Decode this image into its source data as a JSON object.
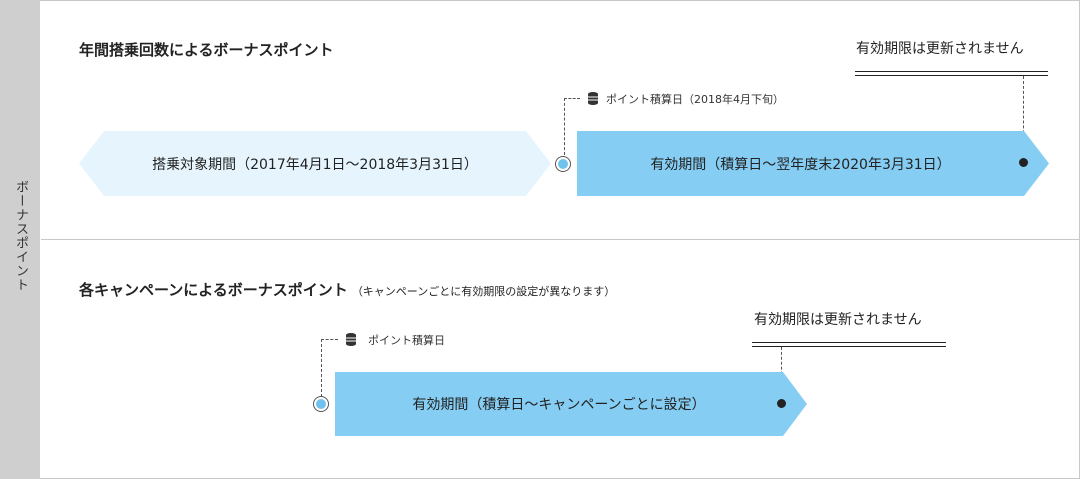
{
  "sidebar": {
    "label": "ボーナスポイント"
  },
  "section1": {
    "title": "年間搭乗回数によるボーナスポイント",
    "no_update_label": "有効期限は更新されません",
    "accrual_label": "ポイント積算日（2018年4月下旬）",
    "boarding_period": "搭乗対象期間（2017年4月1日〜2018年3月31日）",
    "validity_period": "有効期間（積算日〜翌年度末2020年3月31日）"
  },
  "section2": {
    "title": "各キャンペーンによるボーナスポイント",
    "note": "（キャンペーンごとに有効期限の設定が異なります）",
    "no_update_label": "有効期限は更新されません",
    "accrual_label": "ポイント積算日",
    "validity_period": "有効期間（積算日〜キャンペーンごとに設定）"
  },
  "colors": {
    "light_blue": "#e6f5fd",
    "blue": "#85cdf3",
    "sidebar_gray": "#cfcfcf"
  }
}
